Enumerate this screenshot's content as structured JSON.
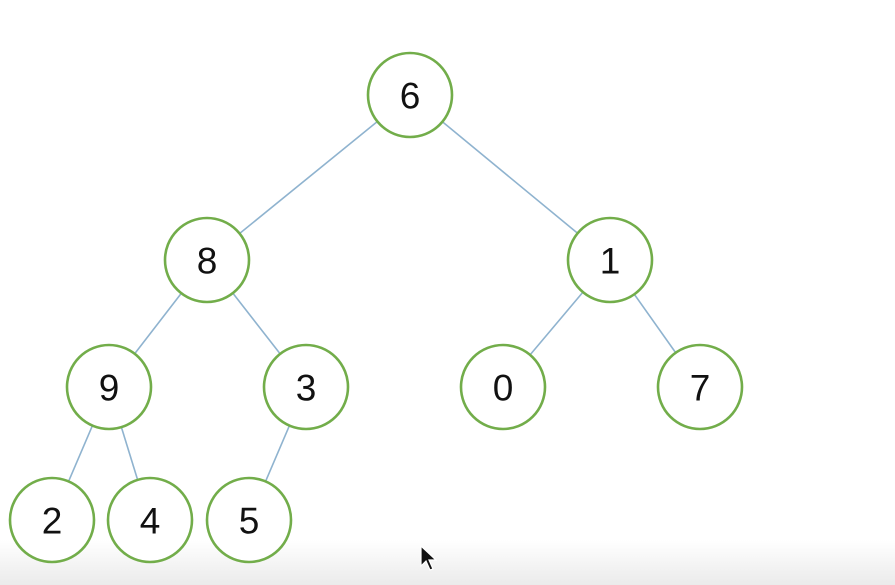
{
  "tree": {
    "nodes": [
      {
        "value": "6",
        "children": [
          1,
          2
        ]
      },
      {
        "value": "8",
        "children": [
          3,
          4
        ]
      },
      {
        "value": "1",
        "children": [
          5,
          6
        ]
      },
      {
        "value": "9",
        "children": [
          7,
          8
        ]
      },
      {
        "value": "3",
        "children": [
          9
        ]
      },
      {
        "value": "0",
        "children": []
      },
      {
        "value": "7",
        "children": []
      },
      {
        "value": "2",
        "children": []
      },
      {
        "value": "4",
        "children": []
      },
      {
        "value": "5",
        "children": []
      }
    ]
  },
  "colors": {
    "node_stroke": "#72ad4a",
    "edge": "#8fb3cf"
  }
}
